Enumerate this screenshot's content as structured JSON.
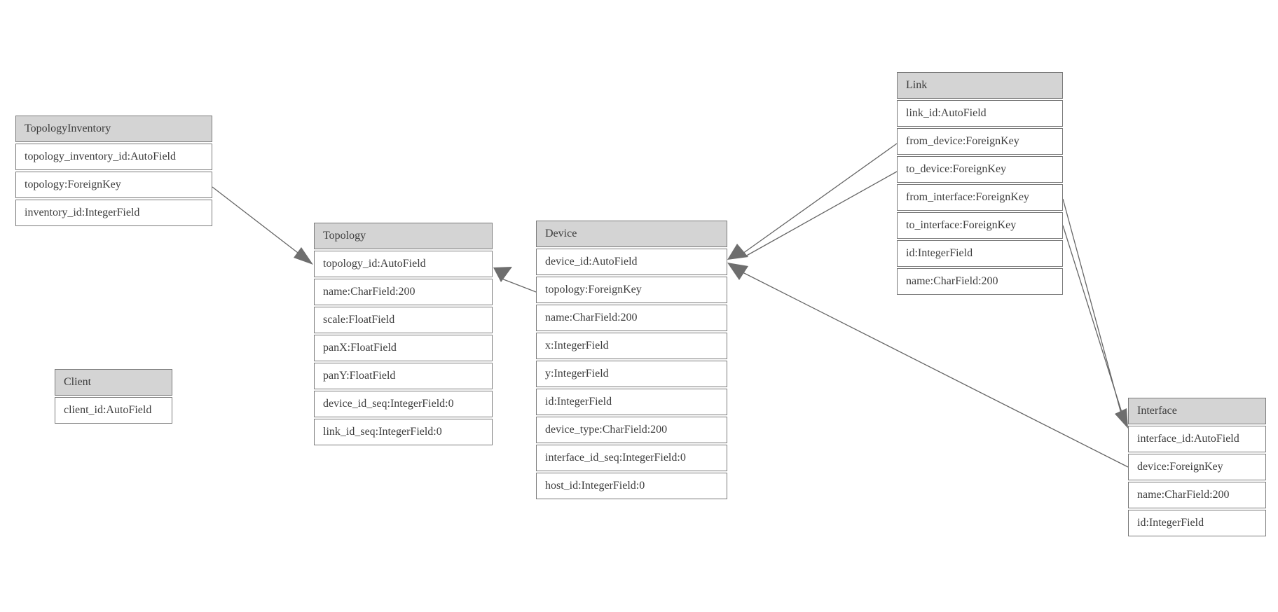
{
  "diagram": {
    "colors": {
      "header_fill": "#d4d4d4",
      "row_fill": "#ffffff",
      "border": "#7a7a7a",
      "text": "#3d3d3d",
      "edge_line": "#666666",
      "arrow_fill": "#6e6e6e"
    },
    "tables": [
      {
        "name": "TopologyInventory",
        "fields": [
          "topology_inventory_id:AutoField",
          "topology:ForeignKey",
          "inventory_id:IntegerField"
        ]
      },
      {
        "name": "Topology",
        "fields": [
          "topology_id:AutoField",
          "name:CharField:200",
          "scale:FloatField",
          "panX:FloatField",
          "panY:FloatField",
          "device_id_seq:IntegerField:0",
          "link_id_seq:IntegerField:0"
        ]
      },
      {
        "name": "Client",
        "fields": [
          "client_id:AutoField"
        ]
      },
      {
        "name": "Device",
        "fields": [
          "device_id:AutoField",
          "topology:ForeignKey",
          "name:CharField:200",
          "x:IntegerField",
          "y:IntegerField",
          "id:IntegerField",
          "device_type:CharField:200",
          "interface_id_seq:IntegerField:0",
          "host_id:IntegerField:0"
        ]
      },
      {
        "name": "Link",
        "fields": [
          "link_id:AutoField",
          "from_device:ForeignKey",
          "to_device:ForeignKey",
          "from_interface:ForeignKey",
          "to_interface:ForeignKey",
          "id:IntegerField",
          "name:CharField:200"
        ]
      },
      {
        "name": "Interface",
        "fields": [
          "interface_id:AutoField",
          "device:ForeignKey",
          "name:CharField:200",
          "id:IntegerField"
        ]
      }
    ],
    "edges": [
      {
        "from": "TopologyInventory.topology",
        "to": "Topology"
      },
      {
        "from": "Device.topology",
        "to": "Topology"
      },
      {
        "from": "Link.from_device",
        "to": "Device"
      },
      {
        "from": "Link.to_device",
        "to": "Device"
      },
      {
        "from": "Interface.device",
        "to": "Device"
      },
      {
        "from": "Link.from_interface",
        "to": "Interface"
      },
      {
        "from": "Link.to_interface",
        "to": "Interface"
      }
    ]
  }
}
